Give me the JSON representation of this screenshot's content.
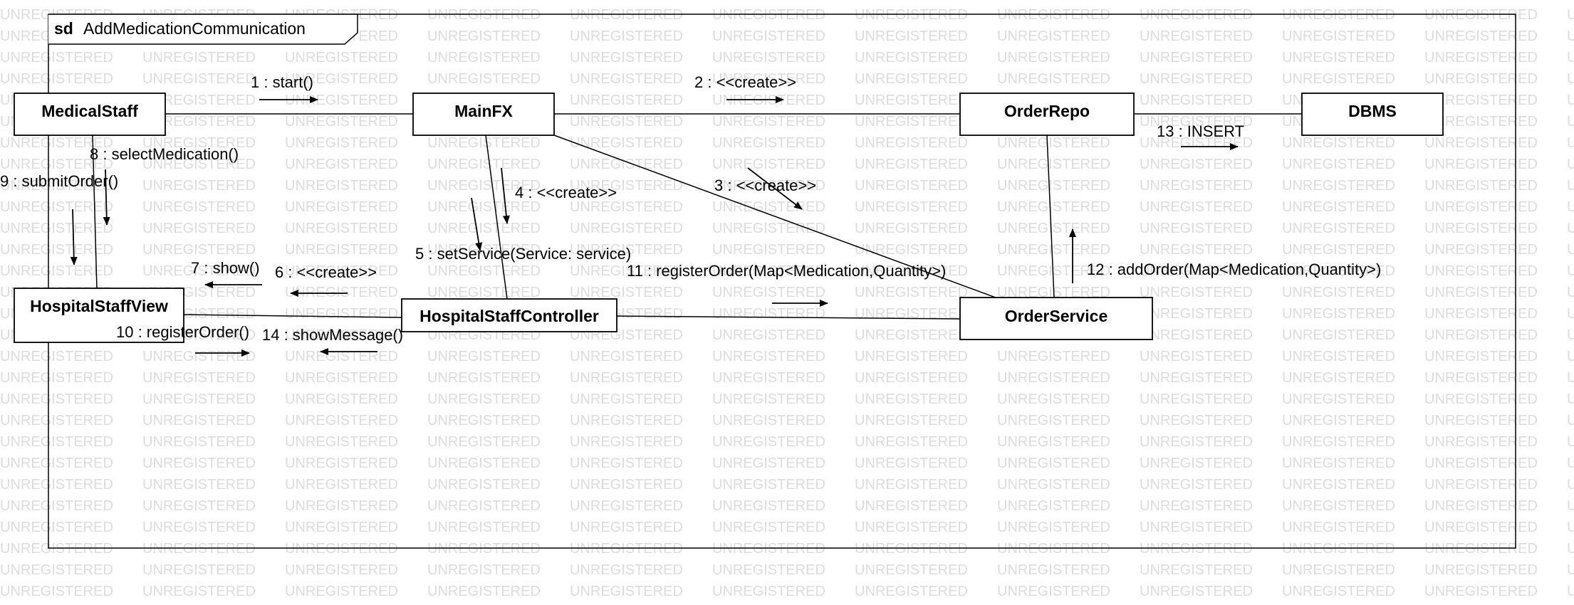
{
  "watermark": "UNREGISTERED",
  "frame": {
    "keyword": "sd",
    "name": "AddMedicationCommunication"
  },
  "objects": [
    {
      "id": "medicalstaff",
      "name": "MedicalStaff"
    },
    {
      "id": "mainfx",
      "name": "MainFX"
    },
    {
      "id": "orderrepo",
      "name": "OrderRepo"
    },
    {
      "id": "dbms",
      "name": "DBMS"
    },
    {
      "id": "hospitalstaffview",
      "name": "HospitalStaffView"
    },
    {
      "id": "hospitalstaffcontroller",
      "name": "HospitalStaffController"
    },
    {
      "id": "orderservice",
      "name": "OrderService"
    }
  ],
  "links": [
    {
      "from": "medicalstaff",
      "to": "mainfx"
    },
    {
      "from": "medicalstaff",
      "to": "hospitalstaffview"
    },
    {
      "from": "mainfx",
      "to": "hospitalstaffcontroller"
    },
    {
      "from": "mainfx",
      "to": "orderservice"
    },
    {
      "from": "mainfx",
      "to": "orderrepo"
    },
    {
      "from": "orderrepo",
      "to": "dbms"
    },
    {
      "from": "orderrepo",
      "to": "orderservice"
    },
    {
      "from": "hospitalstaffview",
      "to": "hospitalstaffcontroller"
    },
    {
      "from": "hospitalstaffcontroller",
      "to": "orderservice"
    }
  ],
  "messages": [
    {
      "id": "m1",
      "label": "1 : start()"
    },
    {
      "id": "m2",
      "label": "2 : <<create>>"
    },
    {
      "id": "m3",
      "label": "3 : <<create>>"
    },
    {
      "id": "m4",
      "label": "4 : <<create>>"
    },
    {
      "id": "m5",
      "label": "5 : setService(Service: service)"
    },
    {
      "id": "m6",
      "label": "6 : <<create>>"
    },
    {
      "id": "m7",
      "label": "7 : show()"
    },
    {
      "id": "m8",
      "label": "8 : selectMedication()"
    },
    {
      "id": "m9",
      "label": "9 : submitOrder()"
    },
    {
      "id": "m10",
      "label": "10 : registerOrder()"
    },
    {
      "id": "m11",
      "label": "11 : registerOrder(Map<Medication,Quantity>)"
    },
    {
      "id": "m12",
      "label": "12 : addOrder(Map<Medication,Quantity>)"
    },
    {
      "id": "m13",
      "label": "13 : INSERT"
    },
    {
      "id": "m14",
      "label": "14 : showMessage()"
    }
  ]
}
